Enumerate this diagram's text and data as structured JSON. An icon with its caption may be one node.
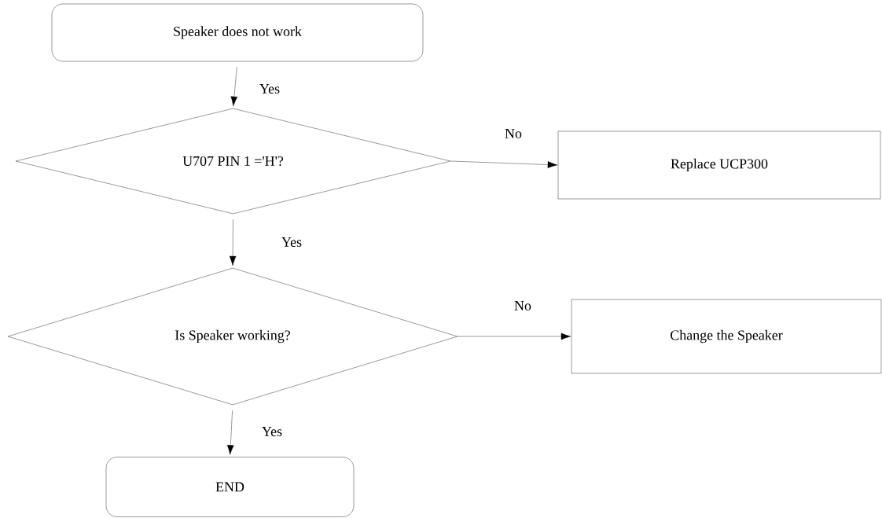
{
  "diagram": {
    "nodes": [
      {
        "text": [
          "Speaker does not work"
        ]
      },
      {
        "text": [
          "U707 PIN 1 ='H'?"
        ]
      },
      {
        "text": [
          "Replace UCP300"
        ]
      },
      {
        "text": [
          "Is Speaker working?"
        ]
      },
      {
        "text": [
          "Change the Speaker"
        ]
      },
      {
        "text": [
          "END"
        ]
      }
    ],
    "edges": [
      {
        "from": 0,
        "to": 1,
        "arrow": "to",
        "label": "Yes"
      },
      {
        "from": 1,
        "to": 2,
        "arrow": "to",
        "label": "No"
      },
      {
        "from": 1,
        "to": 3,
        "arrow": "to",
        "label": "Yes"
      },
      {
        "from": 3,
        "to": 4,
        "arrow": "to",
        "label": "No"
      },
      {
        "from": 3,
        "to": 5,
        "arrow": "to",
        "label": "Yes"
      }
    ]
  }
}
